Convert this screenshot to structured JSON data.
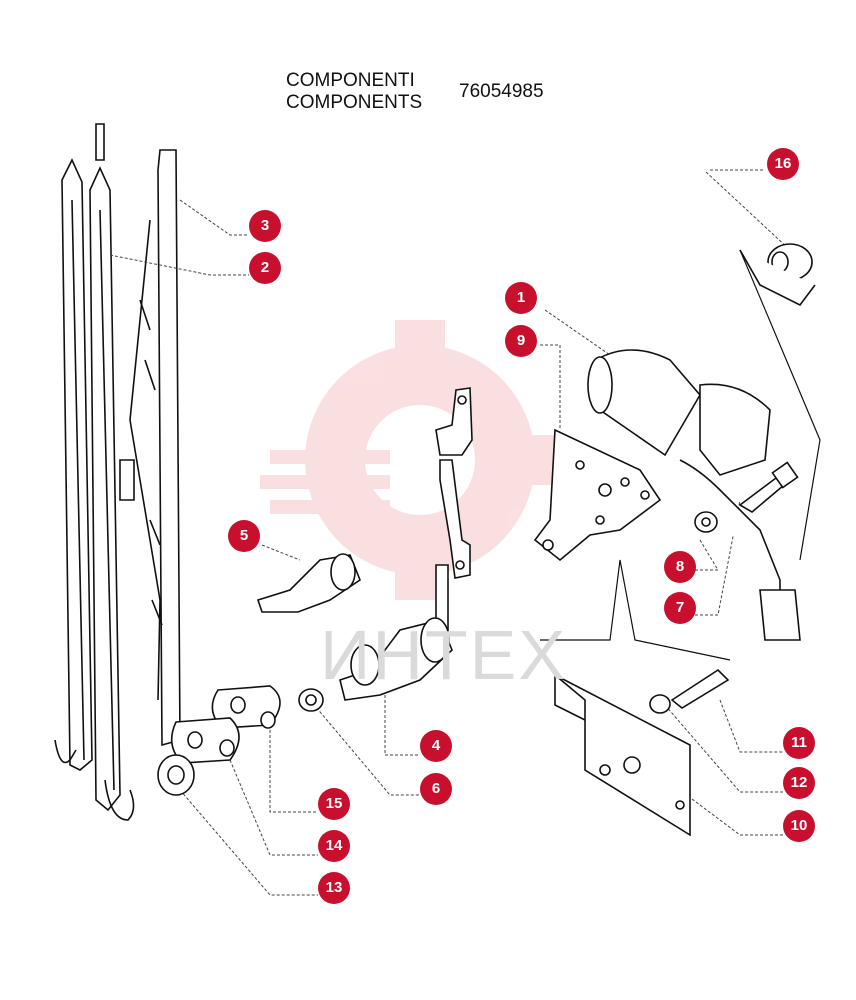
{
  "header": {
    "title_it": "COMPONENTI",
    "title_en": "COMPONENTS",
    "part_number": "76054985"
  },
  "watermark": {
    "text": "ИНТЕХ",
    "color": "#f3b7b9"
  },
  "callout_color": "#c8102e",
  "callouts": [
    "1",
    "2",
    "3",
    "4",
    "5",
    "6",
    "7",
    "8",
    "9",
    "10",
    "11",
    "12",
    "13",
    "14",
    "15",
    "16"
  ]
}
